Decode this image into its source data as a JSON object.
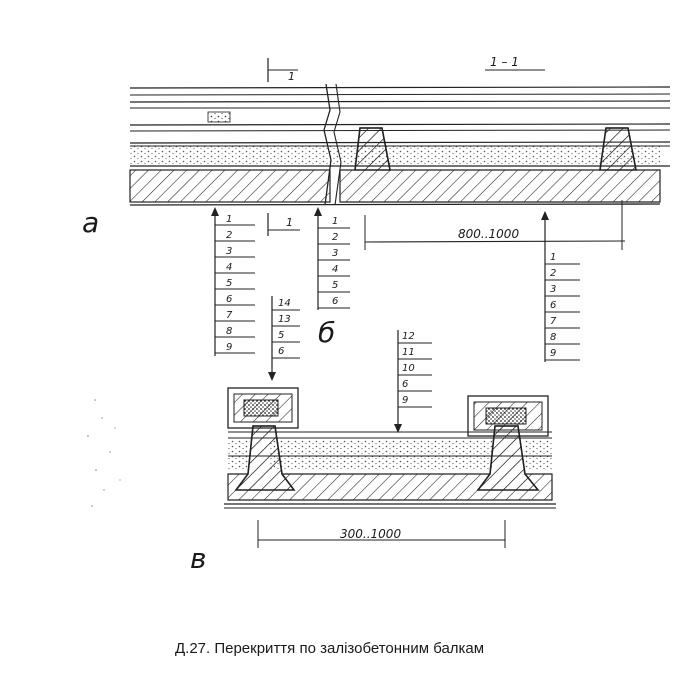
{
  "figure": {
    "caption": "Д.27. Перекриття по залізобетонним балкам"
  },
  "labels": {
    "part_a": "а",
    "part_b": "б",
    "part_v": "в",
    "section_mark": "1",
    "section_title": "1 – 1",
    "dim_top": "800..1000",
    "dim_bottom": "300..1000"
  },
  "callouts": {
    "col_a": [
      "1",
      "2",
      "3",
      "4",
      "5",
      "6",
      "7",
      "8",
      "9"
    ],
    "col_b": [
      "1",
      "2",
      "3",
      "4",
      "5",
      "6"
    ],
    "col_right": [
      "1",
      "2",
      "3",
      "6",
      "7",
      "8",
      "9"
    ],
    "col_mid": [
      "14",
      "13",
      "5",
      "6"
    ],
    "col_v": [
      "12",
      "11",
      "10",
      "6",
      "9"
    ]
  }
}
